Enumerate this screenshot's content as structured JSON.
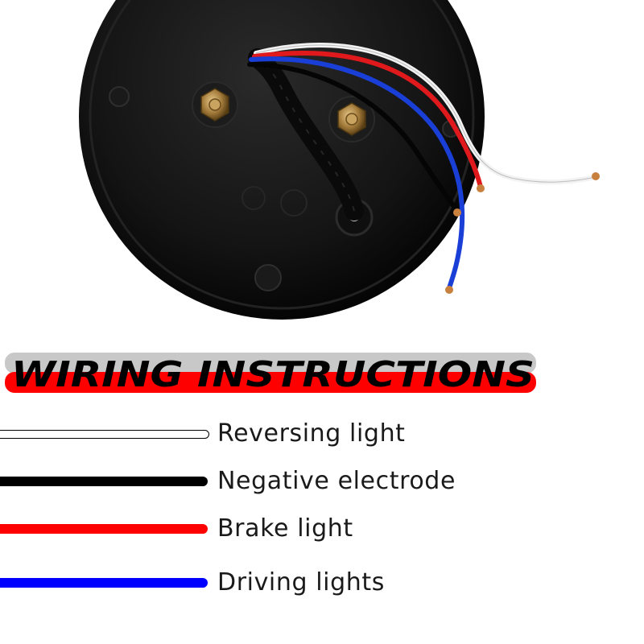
{
  "banner": {
    "title": "WIRING INSTRUCTIONS",
    "accent_color": "#ff0000",
    "band_color": "#c8c8c8",
    "text_color": "#000000"
  },
  "photo": {
    "subject": "back of round black tail light housing with four wires"
  },
  "legend": [
    {
      "label": "Reversing light",
      "color": "#ffffff"
    },
    {
      "label": "Negative electrode",
      "color": "#000000"
    },
    {
      "label": "Brake light",
      "color": "#ff0000"
    },
    {
      "label": "Driving lights",
      "color": "#0000ff"
    }
  ]
}
